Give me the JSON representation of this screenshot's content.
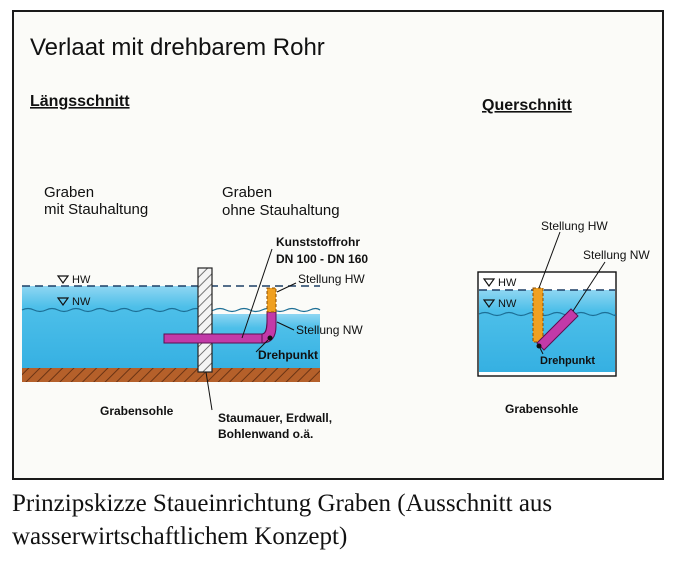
{
  "title": "Verlaat mit drehbarem Rohr",
  "longitudinal": {
    "heading": "Längsschnitt",
    "ditch_with_line1": "Graben",
    "ditch_with_line2": "mit Stauhaltung",
    "ditch_without_line1": "Graben",
    "ditch_without_line2": "ohne Stauhaltung",
    "pipe_line1": "Kunststoffrohr",
    "pipe_line2": "DN 100 - DN 160",
    "position_hw": "Stellung HW",
    "position_nw": "Stellung NW",
    "pivot": "Drehpunkt",
    "hw": "HW",
    "nw": "NW",
    "bottom": "Grabensohle",
    "dam_line1": "Staumauer, Erdwall,",
    "dam_line2": "Bohlenwand o.ä."
  },
  "cross": {
    "heading": "Querschnitt",
    "position_hw": "Stellung HW",
    "position_nw": "Stellung NW",
    "pivot": "Drehpunkt",
    "hw": "HW",
    "nw": "NW",
    "bottom": "Grabensohle"
  },
  "caption_line1": "Prinzipskizze Staueinrichtung Graben (Ausschnitt aus",
  "caption_line2": "wasserwirtschaftlichem Konzept)",
  "colors": {
    "water": "#3fb7e6",
    "water_light": "#8fd6f2",
    "soil": "#b5602a",
    "pipe_nw": "#c23aa8",
    "pipe_hw": "#f0a020"
  }
}
